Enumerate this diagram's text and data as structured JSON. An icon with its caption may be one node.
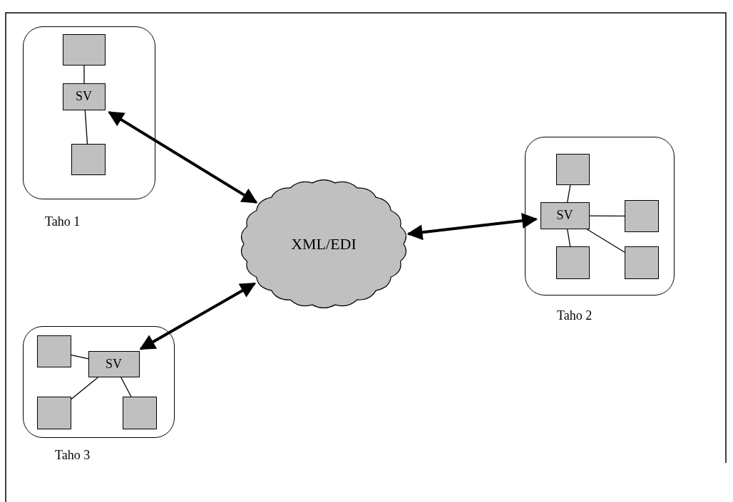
{
  "diagram": {
    "nodes": [
      {
        "text": [
          "Taho 1"
        ]
      },
      {
        "text": [],
        "shape": "box",
        "in": 0
      },
      {
        "text": [
          "SV"
        ],
        "in": 0
      },
      {
        "text": [],
        "shape": "box",
        "in": 0
      },
      {
        "text": [
          "XML/EDI"
        ]
      },
      {
        "text": [
          "Taho 2"
        ]
      },
      {
        "text": [],
        "shape": "box",
        "in": 5
      },
      {
        "text": [
          "SV"
        ],
        "in": 5
      },
      {
        "text": [],
        "shape": "box",
        "in": 5
      },
      {
        "text": [],
        "shape": "box",
        "in": 5
      },
      {
        "text": [],
        "shape": "box",
        "in": 5
      },
      {
        "text": [
          "Taho 3"
        ]
      },
      {
        "text": [],
        "shape": "box",
        "in": 11
      },
      {
        "text": [
          "SV"
        ],
        "in": 11
      },
      {
        "text": [],
        "shape": "box",
        "in": 11
      },
      {
        "text": [],
        "shape": "box",
        "in": 11
      }
    ],
    "edges": [
      {
        "from": 1,
        "to": 2,
        "arrow": "none"
      },
      {
        "from": 2,
        "to": 3,
        "arrow": "none"
      },
      {
        "from": 2,
        "to": 4,
        "arrow": "both",
        "style": "thick"
      },
      {
        "from": 4,
        "to": 7,
        "arrow": "both",
        "style": "thick"
      },
      {
        "from": 6,
        "to": 7,
        "arrow": "none"
      },
      {
        "from": 7,
        "to": 8,
        "arrow": "none"
      },
      {
        "from": 7,
        "to": 9,
        "arrow": "none"
      },
      {
        "from": 7,
        "to": 10,
        "arrow": "none"
      },
      {
        "from": 13,
        "to": 4,
        "arrow": "both",
        "style": "thick"
      },
      {
        "from": 12,
        "to": 13,
        "arrow": "none"
      },
      {
        "from": 13,
        "to": 14,
        "arrow": "none"
      },
      {
        "from": 13,
        "to": 15,
        "arrow": "none"
      }
    ]
  }
}
